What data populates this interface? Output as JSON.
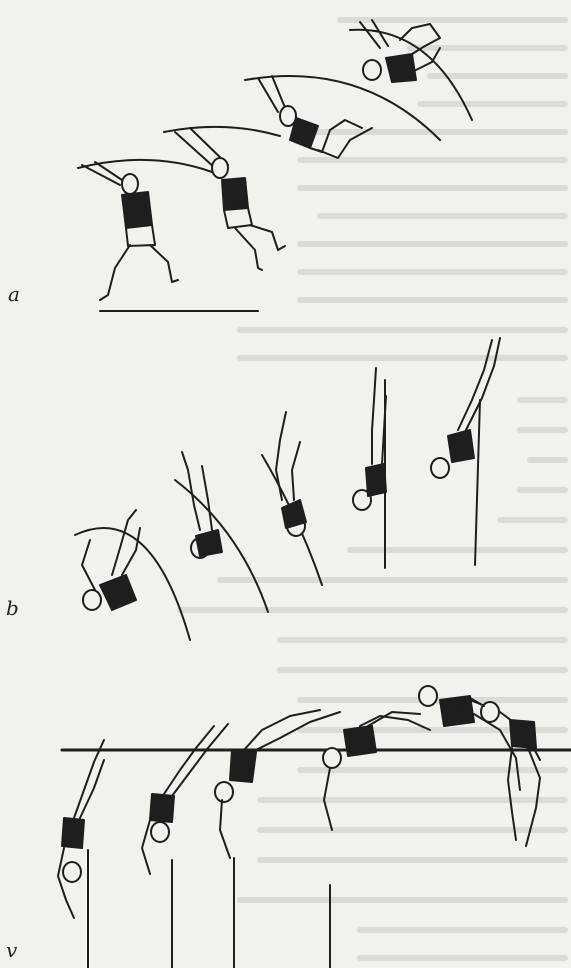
{
  "figure": {
    "panels": [
      {
        "id": "a",
        "label": "a",
        "frames": 4
      },
      {
        "id": "b",
        "label": "b",
        "frames": 5
      },
      {
        "id": "v",
        "label": "v",
        "frames": 6
      }
    ],
    "colors": {
      "paper": "#f1f1ee",
      "ink": "#1e1e1e",
      "ghost_text": "#c9c9c4"
    }
  }
}
